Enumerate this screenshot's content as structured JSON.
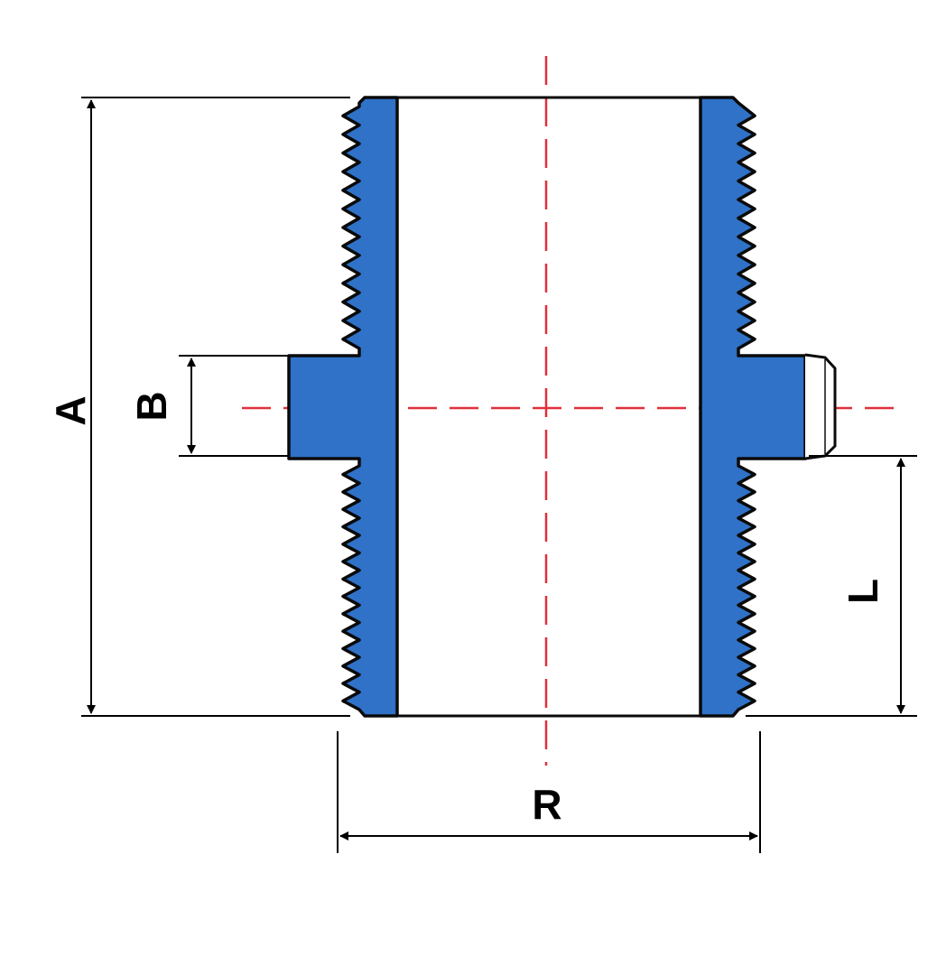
{
  "labels": {
    "a": "A",
    "b": "B",
    "l": "L",
    "r": "R"
  },
  "colors": {
    "body": "#2f72c8",
    "outline": "#0a0a0a",
    "centerline": "#e0303a",
    "dimension": "#000000",
    "background": "#ffffff"
  }
}
